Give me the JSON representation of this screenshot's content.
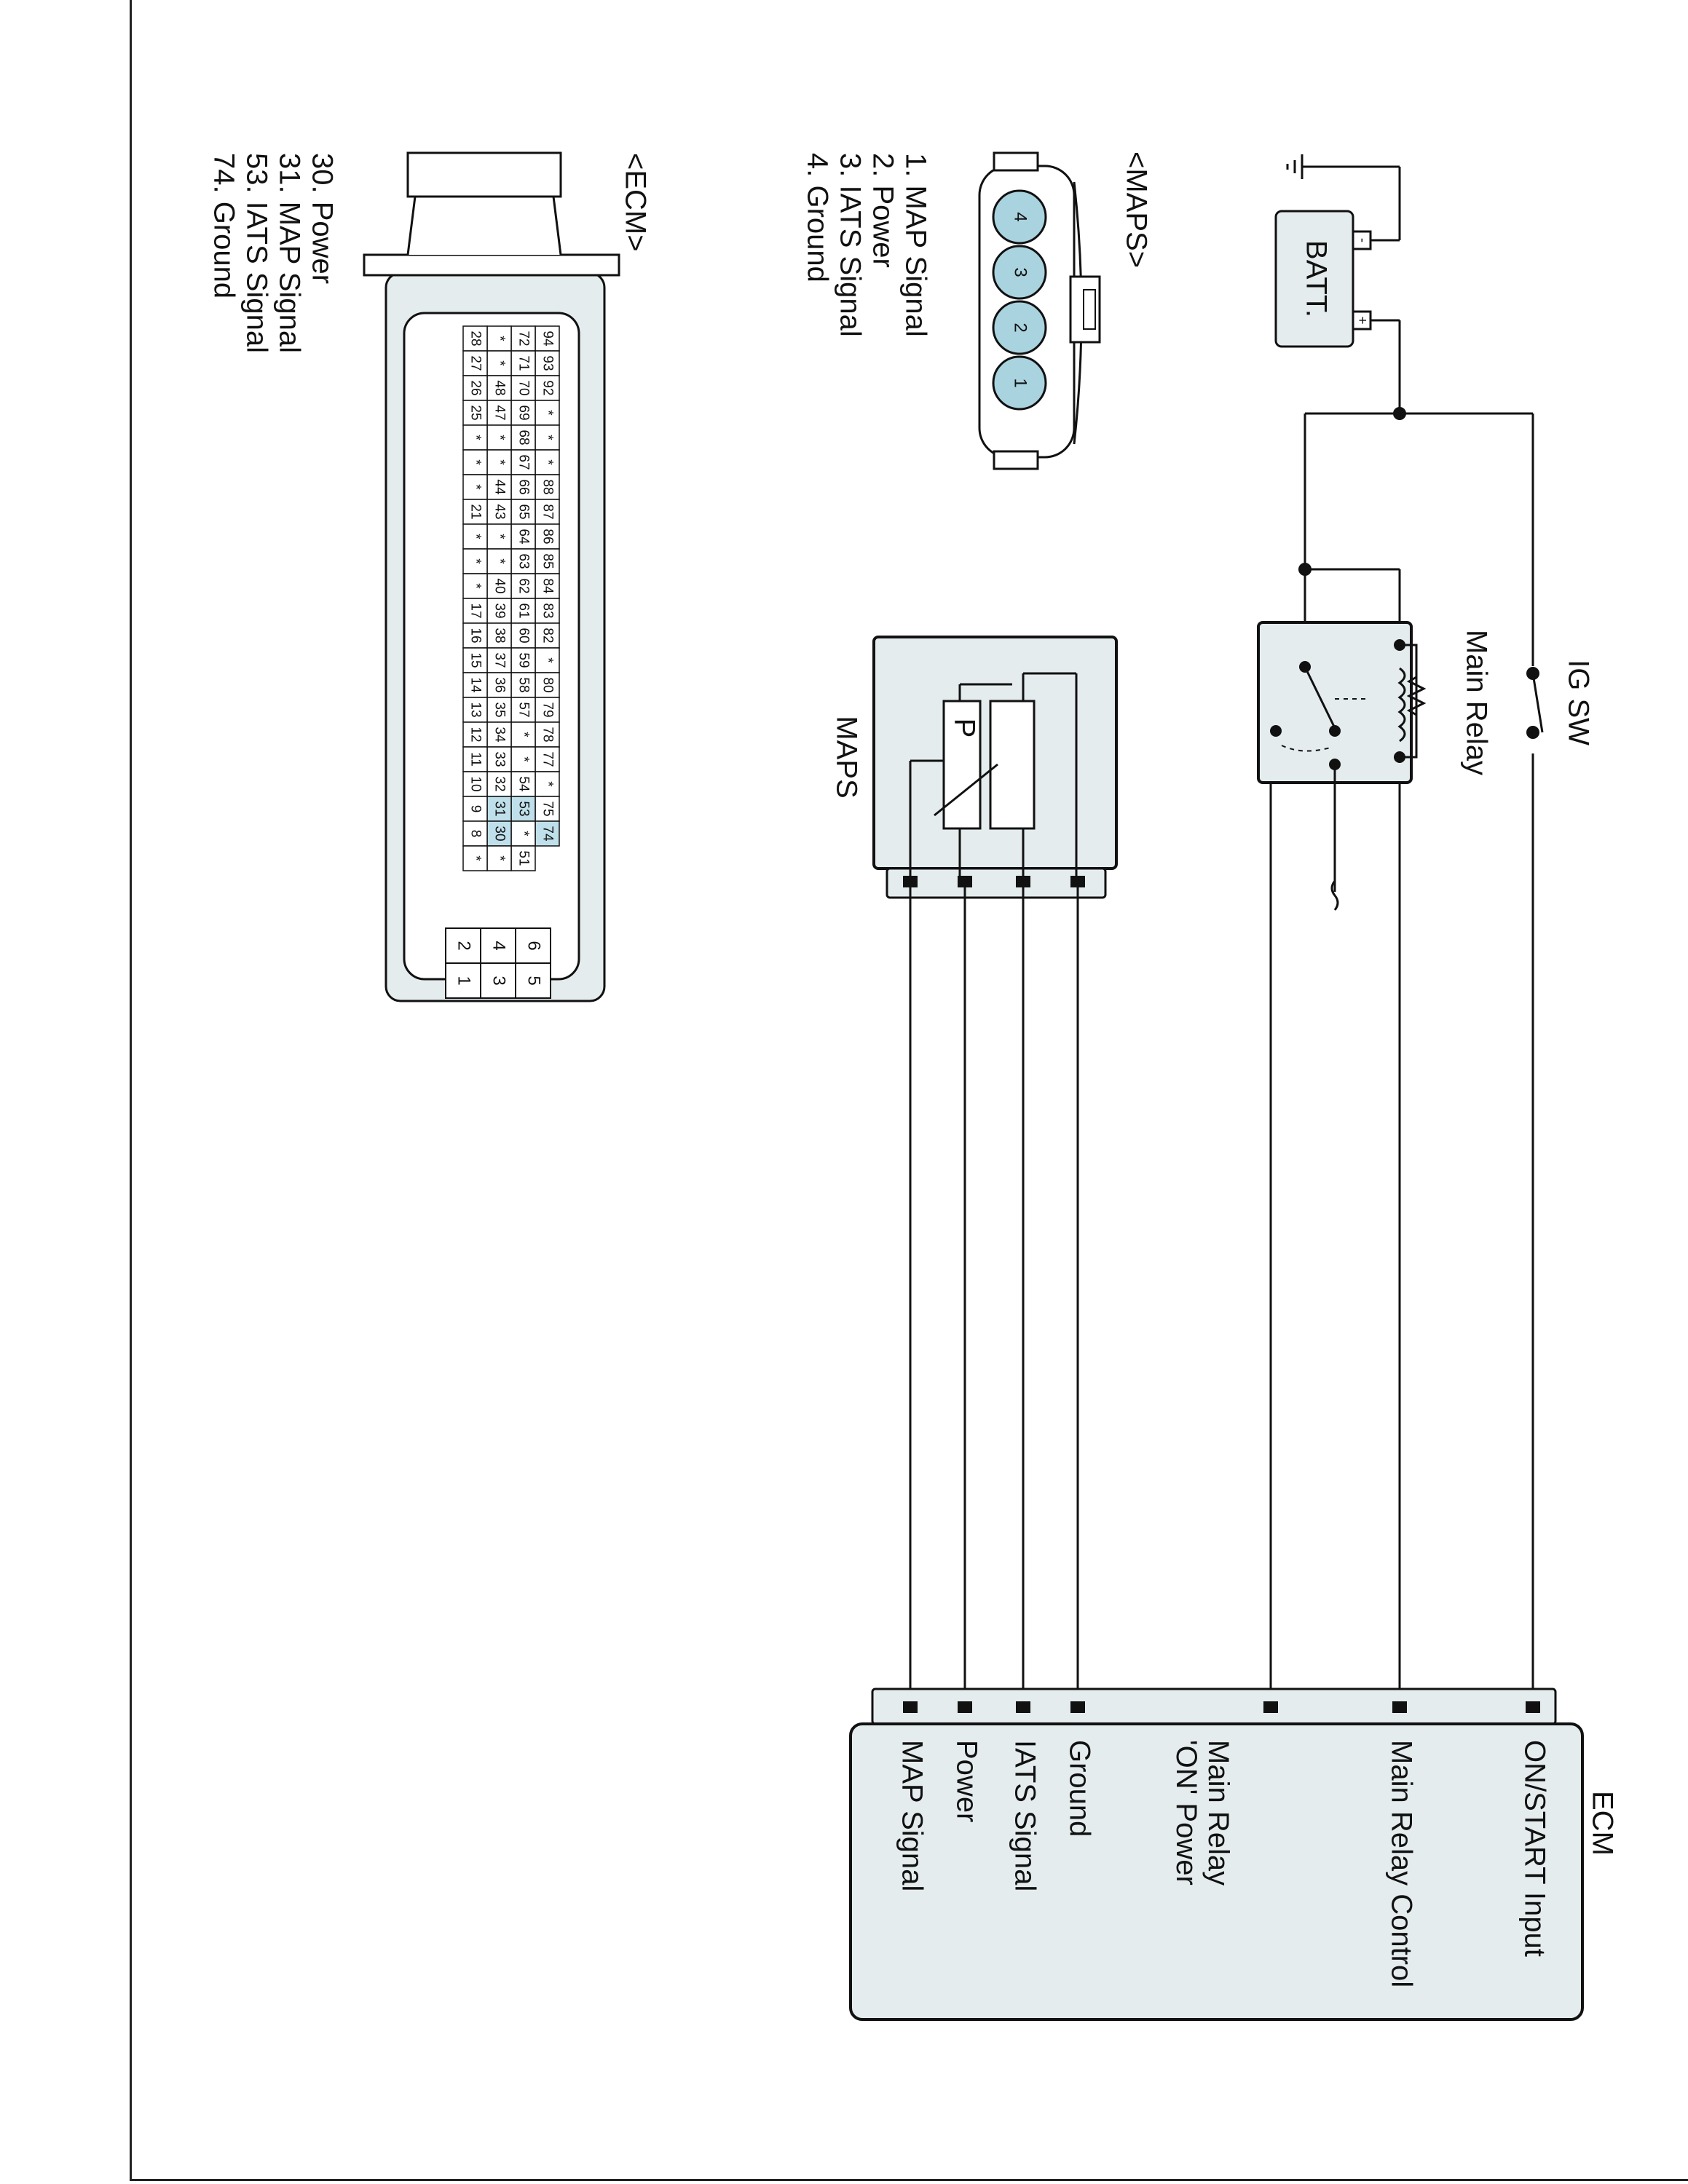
{
  "batt": {
    "label": "BATT.",
    "minus": "-",
    "plus": "+"
  },
  "ig_sw": {
    "label": "IG SW"
  },
  "main_relay": {
    "label": "Main Relay"
  },
  "maps_sensor": {
    "label": "MAPS",
    "p_label": "P"
  },
  "ecm": {
    "title": "ECM",
    "pins": [
      "ON/START Input",
      "Main Relay Control",
      "Main Relay 'ON' Power",
      "Ground",
      "IATS Signal",
      "Power",
      "MAP Signal"
    ]
  },
  "maps_connector": {
    "title": "<MAPS>",
    "cavities": [
      "4",
      "3",
      "2",
      "1"
    ],
    "legend": [
      "1. MAP Signal",
      "2. Power",
      "3. IATS Signal",
      "4. Ground"
    ]
  },
  "ecm_connector": {
    "title": "<ECM>",
    "legend": [
      "30. Power",
      "31. MAP Signal",
      "53. IATS Signal",
      "74. Ground"
    ],
    "highlighted_pins": [
      "30",
      "31",
      "53",
      "74"
    ],
    "highlight_color": "#bfe0ea",
    "small_block": [
      "6",
      "5",
      "4",
      "3",
      "2",
      "1"
    ],
    "rows": [
      [
        "94",
        "93",
        "92",
        "*",
        "*",
        "*",
        "88",
        "87",
        "86",
        "85",
        "84",
        "83",
        "82",
        "*",
        "80",
        "79",
        "78",
        "77",
        "*",
        "75",
        "74"
      ],
      [
        "72",
        "71",
        "70",
        "69",
        "68",
        "67",
        "66",
        "65",
        "64",
        "63",
        "62",
        "61",
        "60",
        "59",
        "58",
        "57",
        "*",
        "*",
        "54",
        "53",
        "*",
        "51"
      ],
      [
        "*",
        "*",
        "48",
        "47",
        "*",
        "*",
        "44",
        "43",
        "*",
        "*",
        "40",
        "39",
        "38",
        "37",
        "36",
        "35",
        "34",
        "33",
        "32",
        "31",
        "30",
        "*"
      ],
      [
        "28",
        "27",
        "26",
        "25",
        "*",
        "*",
        "*",
        "21",
        "*",
        "*",
        "*",
        "17",
        "16",
        "15",
        "14",
        "13",
        "12",
        "11",
        "10",
        "9",
        "8",
        "*"
      ]
    ]
  },
  "colors": {
    "cavity_fill": "#a9d3df",
    "ecm_fill": "#e4ecee",
    "line": "#111111"
  }
}
